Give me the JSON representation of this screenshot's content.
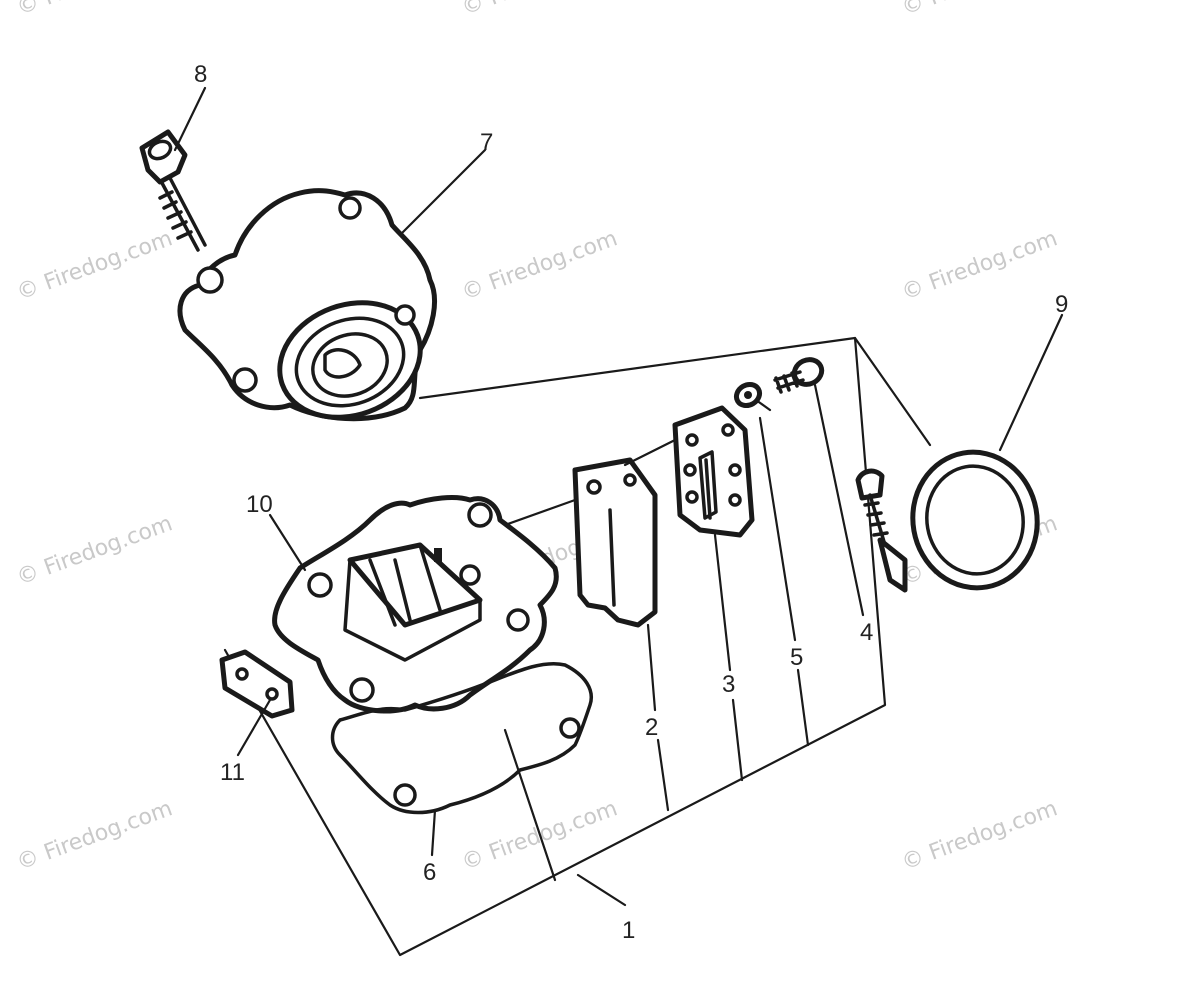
{
  "watermark": {
    "text": "© Firedog.com"
  },
  "callouts": [
    {
      "id": "1",
      "text": "1"
    },
    {
      "id": "2",
      "text": "2"
    },
    {
      "id": "3",
      "text": "3"
    },
    {
      "id": "4",
      "text": "4"
    },
    {
      "id": "5",
      "text": "5"
    },
    {
      "id": "6",
      "text": "6"
    },
    {
      "id": "7",
      "text": "7"
    },
    {
      "id": "8",
      "text": "8"
    },
    {
      "id": "9",
      "text": "9"
    },
    {
      "id": "10",
      "text": "10"
    },
    {
      "id": "11",
      "text": "11"
    }
  ]
}
